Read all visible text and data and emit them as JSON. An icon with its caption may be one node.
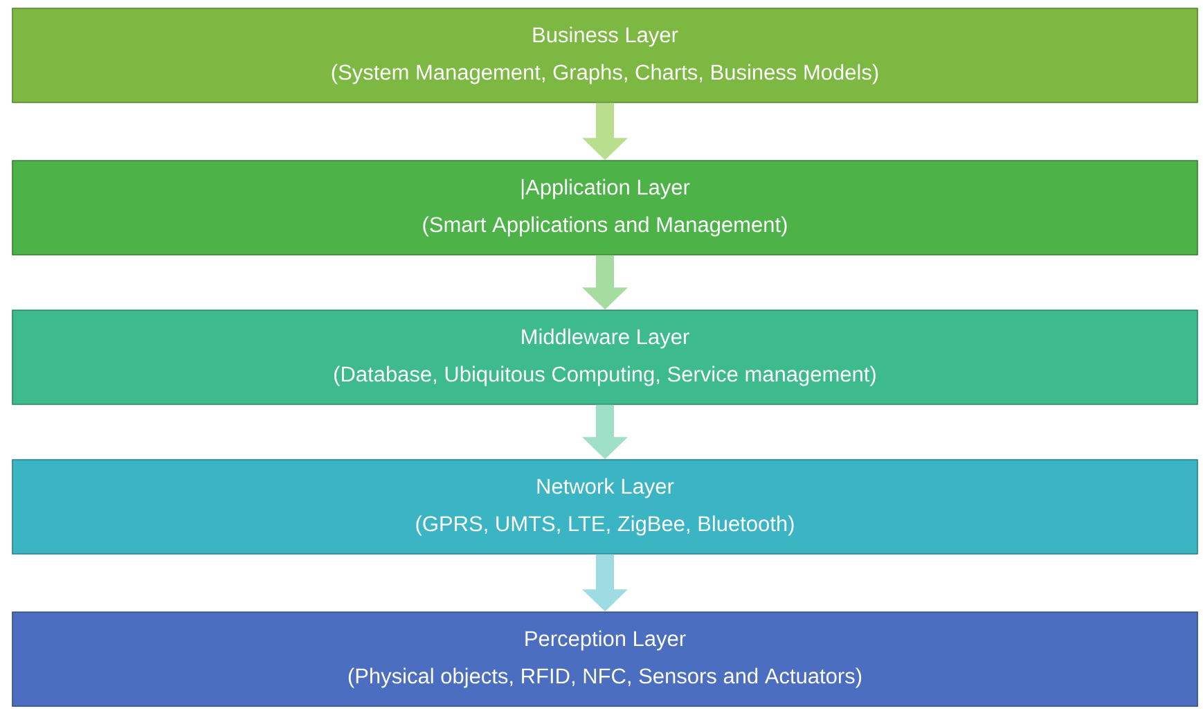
{
  "diagram": {
    "nodes": [
      {
        "text": [
          "Business Layer",
          "(System Management, Graphs, Charts, Business Models)"
        ]
      },
      {
        "text": [
          "|Application Layer",
          "(Smart Applications and Management)"
        ]
      },
      {
        "text": [
          "Middleware Layer",
          "(Database, Ubiquitous Computing, Service management)"
        ]
      },
      {
        "text": [
          "Network Layer",
          "(GPRS, UMTS, LTE, ZigBee, Bluetooth)"
        ]
      },
      {
        "text": [
          "Perception Layer",
          "(Physical objects, RFID, NFC, Sensors and Actuators)"
        ]
      }
    ],
    "edges": [
      {
        "from": 0,
        "to": 1,
        "arrow": "to"
      },
      {
        "from": 1,
        "to": 2,
        "arrow": "to"
      },
      {
        "from": 2,
        "to": 3,
        "arrow": "to"
      },
      {
        "from": 3,
        "to": 4,
        "arrow": "to"
      }
    ]
  }
}
